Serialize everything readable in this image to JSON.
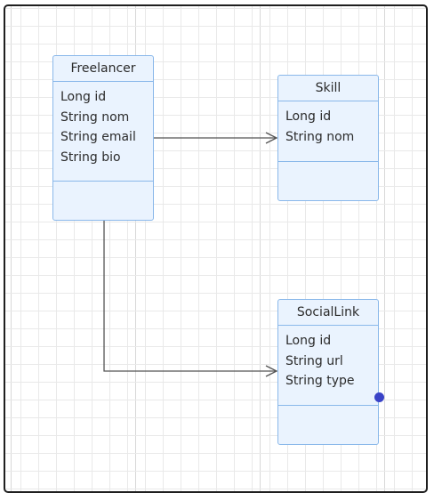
{
  "diagram": {
    "classes": [
      {
        "id": "freelancer",
        "name": "Freelancer",
        "attributes": [
          "Long id",
          "String nom",
          "String email",
          "String bio"
        ]
      },
      {
        "id": "skill",
        "name": "Skill",
        "attributes": [
          "Long id",
          "String nom"
        ]
      },
      {
        "id": "sociallink",
        "name": "SocialLink",
        "attributes": [
          "Long id",
          "String url",
          "String type"
        ]
      }
    ],
    "associations": [
      {
        "from": "Freelancer",
        "to": "Skill",
        "type": "directed-association"
      },
      {
        "from": "Freelancer",
        "to": "SocialLink",
        "type": "directed-association"
      }
    ],
    "colors": {
      "class_fill": "#eaf3fe",
      "class_border": "#8ab8ea",
      "connector": "#555555",
      "selection_handle": "#3a43c7"
    }
  }
}
